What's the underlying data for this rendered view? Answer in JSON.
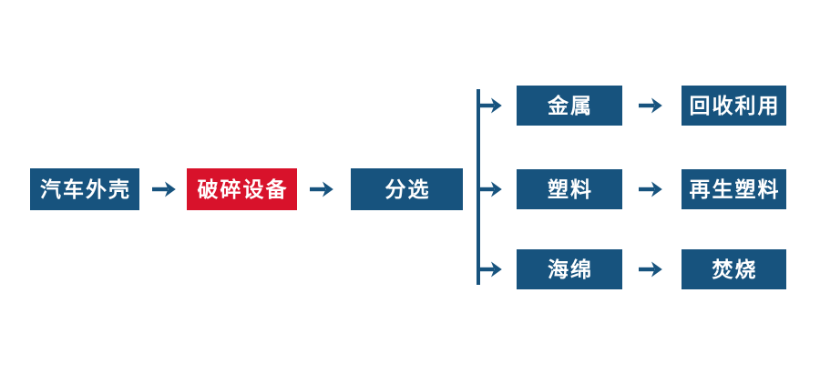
{
  "colors": {
    "node_blue": "#17537e",
    "node_red": "#d8122b",
    "arrow_blue": "#17537e",
    "text_white": "#ffffff",
    "background": "#ffffff"
  },
  "flow": {
    "main": [
      {
        "label": "汽车外壳",
        "color": "blue"
      },
      {
        "label": "破碎设备",
        "color": "red"
      },
      {
        "label": "分选",
        "color": "blue"
      }
    ],
    "branches": [
      {
        "material": "金属",
        "outcome": "回收利用"
      },
      {
        "material": "塑料",
        "outcome": "再生塑料"
      },
      {
        "material": "海绵",
        "outcome": "焚烧"
      }
    ]
  }
}
